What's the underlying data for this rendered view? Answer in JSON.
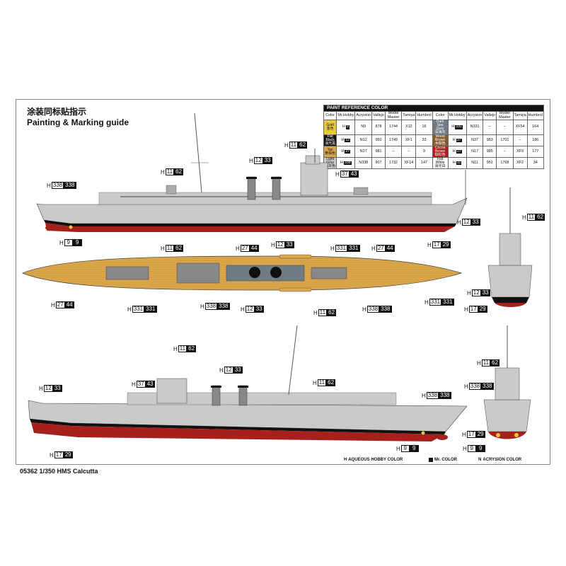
{
  "header": {
    "title_cn": "涂装同标贴指示",
    "title_en": "Painting & Marking guide"
  },
  "paint_table": {
    "title": "PAINT REFERENCE COLOR",
    "columns": [
      "Color",
      "Mr.Hobby",
      "Acrysion",
      "Vallejo",
      "Model Master",
      "Tamiya",
      "Humbrol"
    ],
    "left_rows": [
      {
        "name": "Gold",
        "cn": "金色",
        "swatch": "#e8c83c",
        "h": "H",
        "hn": "9",
        "mr": "9",
        "acr": "N9",
        "vallejo": "878",
        "mm": "1744",
        "tamiya": "X12",
        "humbrol": "16"
      },
      {
        "name": "Flat Black",
        "cn": "消光黑",
        "swatch": "#111111",
        "h": "H",
        "hn": "12",
        "mr": "33",
        "acr": "N12",
        "vallejo": "950",
        "mm": "1749",
        "tamiya": "XF1",
        "humbrol": "33"
      },
      {
        "name": "Tan",
        "cn": "黄褐色",
        "swatch": "#d9a649",
        "h": "H",
        "hn": "27",
        "mr": "44",
        "acr": "N27",
        "vallejo": "981",
        "mm": "–",
        "tamiya": "–",
        "humbrol": "9"
      },
      {
        "name": "Light Gray",
        "cn": "浅灰色",
        "swatch": "#c9cbc9",
        "h": "H",
        "hn": "338",
        "mr": "338",
        "acr": "N338",
        "vallejo": "907",
        "mm": "1732",
        "tamiya": "XF14",
        "humbrol": "147"
      }
    ],
    "right_rows": [
      {
        "name": "Dark Sea Grey",
        "cn": "深海灰",
        "swatch": "#6f7c86",
        "h": "H",
        "hn": "331",
        "mr": "331",
        "acr": "N331",
        "vallejo": "–",
        "mm": "–",
        "tamiya": "XF54",
        "humbrol": "164"
      },
      {
        "name": "Wood Brown",
        "cn": "木棕色",
        "swatch": "#8a5a2f",
        "h": "H",
        "hn": "37",
        "mr": "43",
        "acr": "N37",
        "vallejo": "983",
        "mm": "1701",
        "tamiya": "–",
        "humbrol": "186"
      },
      {
        "name": "Cocoa Brown",
        "cn": "棕红色",
        "swatch": "#a8201c",
        "h": "H",
        "hn": "17",
        "mr": "29",
        "acr": "N17",
        "vallejo": "985",
        "mm": "–",
        "tamiya": "XF9",
        "humbrol": "177"
      },
      {
        "name": "Flat White",
        "cn": "消光白",
        "swatch": "#fafafa",
        "h": "H",
        "hn": "11",
        "mr": "62",
        "acr": "N11",
        "vallejo": "951",
        "mm": "1768",
        "tamiya": "XF2",
        "humbrol": "34"
      }
    ]
  },
  "callouts": {
    "p1_mast": {
      "pre": "H",
      "a": "11",
      "b": "62"
    },
    "p1_funnels": {
      "pre": "H",
      "a": "12",
      "b": "33"
    },
    "p1_bridge": {
      "pre": "H",
      "a": "11",
      "b": "62"
    },
    "p1_deck": {
      "pre": "H",
      "a": "37",
      "b": "43"
    },
    "p1_hull": {
      "pre": "H",
      "a": "338",
      "b": "338"
    },
    "p1_prop": {
      "pre": "H",
      "a": "9",
      "b": "9"
    },
    "p1_boot": {
      "pre": "H",
      "a": "12",
      "b": "33"
    },
    "p1_red": {
      "pre": "H",
      "a": "17",
      "b": "29"
    },
    "f1_mast": {
      "pre": "H",
      "a": "11",
      "b": "62"
    },
    "f1_boot": {
      "pre": "H",
      "a": "12",
      "b": "33"
    },
    "f1_red": {
      "pre": "H",
      "a": "17",
      "b": "29"
    },
    "t_1": {
      "pre": "H",
      "a": "11",
      "b": "62"
    },
    "t_2": {
      "pre": "H",
      "a": "27",
      "b": "44"
    },
    "t_3": {
      "pre": "H",
      "a": "12",
      "b": "33"
    },
    "t_4": {
      "pre": "H",
      "a": "331",
      "b": "331"
    },
    "t_5": {
      "pre": "H",
      "a": "27",
      "b": "44"
    },
    "t_6": {
      "pre": "H",
      "a": "27",
      "b": "44"
    },
    "t_7": {
      "pre": "H",
      "a": "331",
      "b": "331"
    },
    "t_8": {
      "pre": "H",
      "a": "338",
      "b": "338"
    },
    "t_9": {
      "pre": "H",
      "a": "12",
      "b": "33"
    },
    "t_10": {
      "pre": "H",
      "a": "11",
      "b": "62"
    },
    "t_11": {
      "pre": "H",
      "a": "338",
      "b": "338"
    },
    "t_12": {
      "pre": "H",
      "a": "331",
      "b": "331"
    },
    "p2_bridge": {
      "pre": "H",
      "a": "11",
      "b": "62"
    },
    "p2_funnels": {
      "pre": "H",
      "a": "12",
      "b": "33"
    },
    "p2_deck": {
      "pre": "H",
      "a": "37",
      "b": "43"
    },
    "p2_mast": {
      "pre": "H",
      "a": "11",
      "b": "62"
    },
    "p2_boot": {
      "pre": "H",
      "a": "12",
      "b": "33"
    },
    "p2_hull": {
      "pre": "H",
      "a": "338",
      "b": "338"
    },
    "p2_red": {
      "pre": "H",
      "a": "17",
      "b": "29"
    },
    "p2_prop": {
      "pre": "H",
      "a": "9",
      "b": "9"
    },
    "f2_mast": {
      "pre": "H",
      "a": "11",
      "b": "62"
    },
    "f2_hull": {
      "pre": "H",
      "a": "338",
      "b": "338"
    },
    "f2_red": {
      "pre": "H",
      "a": "17",
      "b": "29"
    },
    "f2_prop": {
      "pre": "H",
      "a": "9",
      "b": "9"
    }
  },
  "legend": {
    "aqueous": "AQUEOUS HOBBY COLOR",
    "aqueous_prefix": "H",
    "mr": "Mr. COLOR",
    "acrysion": "ACRYSION COLOR",
    "acrysion_prefix": "N"
  },
  "footer": {
    "product": "05362 1/350 HMS Calcutta"
  },
  "colors": {
    "hull_gray": "#c9cbc9",
    "deck_tan": "#d9a649",
    "boot_black": "#111111",
    "red": "#a8201c",
    "dark_gray": "#6f7c86"
  }
}
